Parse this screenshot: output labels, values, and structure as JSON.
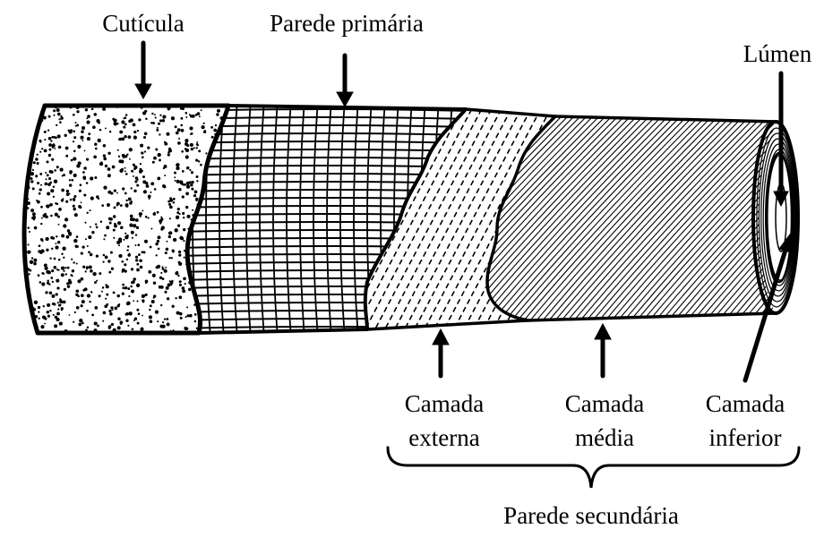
{
  "labels": {
    "cuticula": "Cutícula",
    "parede_primaria": "Parede primária",
    "lumen": "Lúmen",
    "camada_externa": [
      "Camada",
      "externa"
    ],
    "camada_media": [
      "Camada",
      "média"
    ],
    "camada_inferior": [
      "Camada",
      "inferior"
    ],
    "parede_secundaria": "Parede secundária"
  },
  "colors": {
    "ink": "#000000",
    "paper": "#ffffff"
  }
}
